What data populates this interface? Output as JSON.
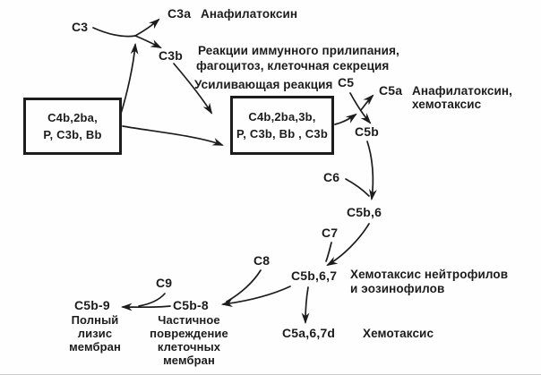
{
  "diagram": {
    "colors": {
      "ink": "#1c1c1c",
      "background": "#fefefe"
    },
    "top_branch": {
      "c3": "C3",
      "c3a": "C3a",
      "c3a_caption": "Анафилатоксин",
      "c3b": "C3b",
      "c3b_caption_line1": "Реакции иммунного прилипания,",
      "c3b_caption_line2": "фагоцитоз, клеточная секреция",
      "amplifying_label": "Усиливающая реакция"
    },
    "convertases": {
      "c3_convertase_line1": "C4b,2ba,",
      "c3_convertase_line2": "P, C3b, Bb",
      "c5_convertase_line1": "C4b,2ba,3b,",
      "c5_convertase_line2": "P, C3b, Bb , C3b"
    },
    "c5_branch": {
      "c5": "C5",
      "c5a": "C5a",
      "c5a_caption_line1": "Анафилатоксин,",
      "c5a_caption_line2": "хемотаксис",
      "c5b": "C5b"
    },
    "mac_cascade": {
      "c6": "C6",
      "c5b6": "C5b,6",
      "c7": "C7",
      "c5b67": "C5b,6,7",
      "c5b67_caption_line1": "Хемотаксис нейтрофилов",
      "c5b67_caption_line2": "и эозинофилов",
      "c8": "C8",
      "c5a67d": "C5a,6,7d",
      "c5a67d_caption": "Хемотаксис",
      "c9": "C9",
      "c5b9": "C5b-9",
      "c5b9_caption_line1": "Полный",
      "c5b9_caption_line2": "лизис",
      "c5b9_caption_line3": "мембран",
      "c5b8": "C5b-8",
      "c5b8_caption_line1": "Частичное",
      "c5b8_caption_line2": "повреждение",
      "c5b8_caption_line3": "клеточных",
      "c5b8_caption_line4": "мембран"
    }
  }
}
